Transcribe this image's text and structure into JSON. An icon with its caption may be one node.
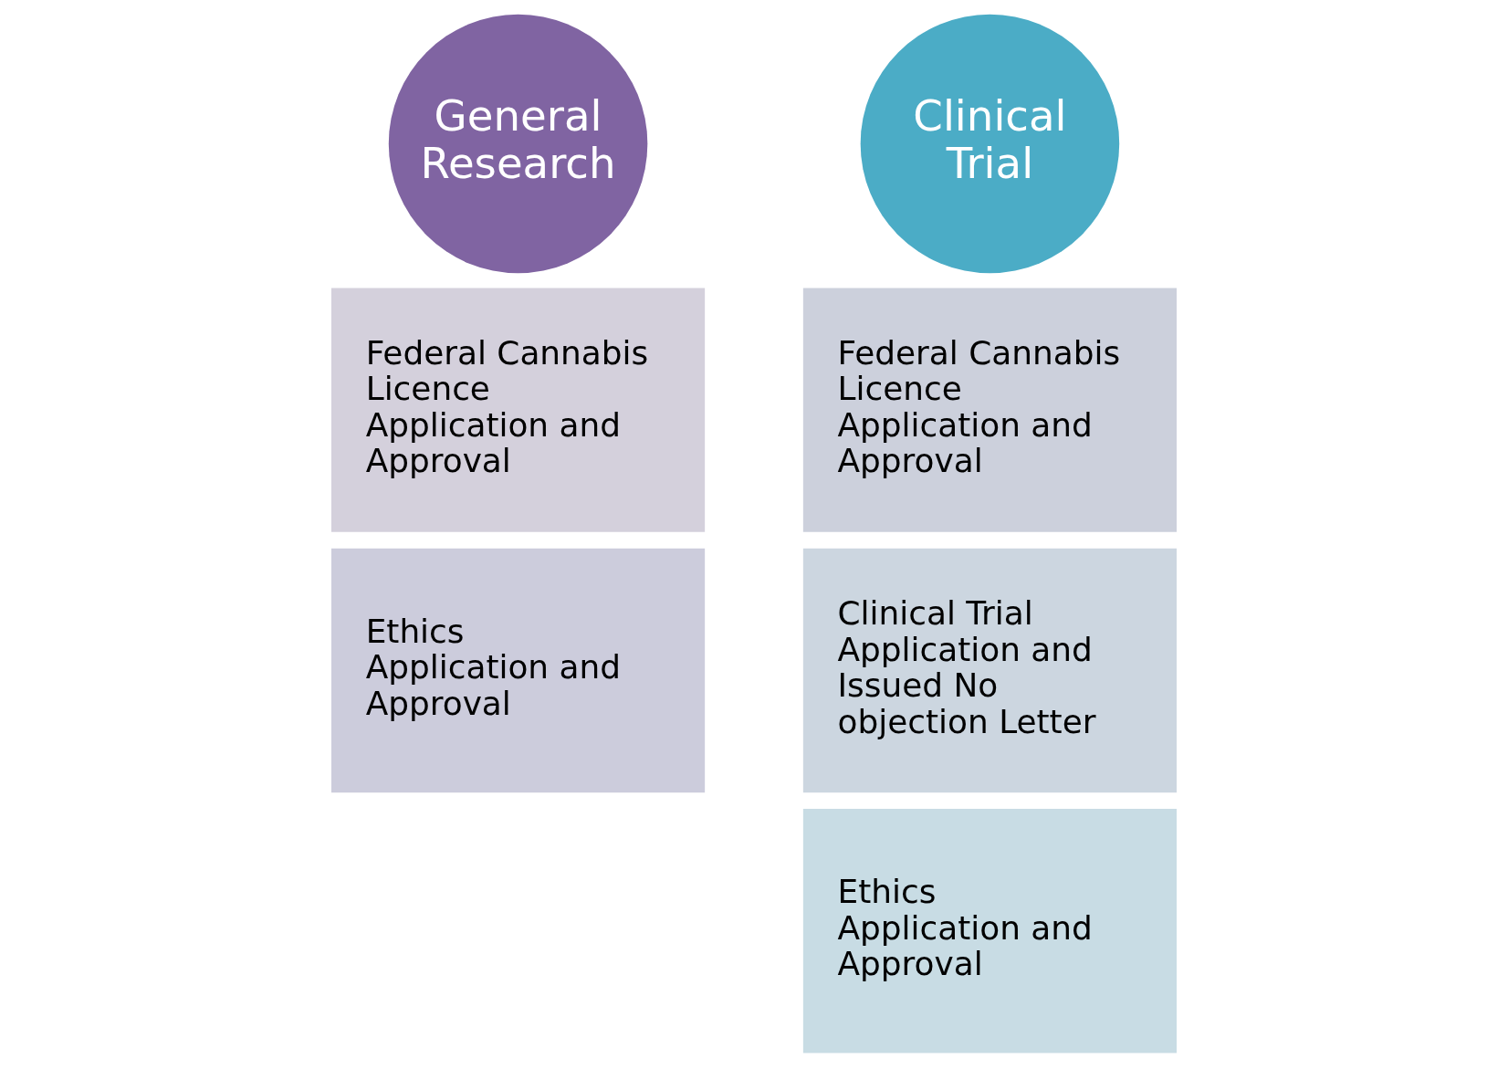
{
  "diagram": {
    "nodes": [
      {
        "text": [
          "General Research"
        ]
      },
      {
        "text": [
          "Federal Cannabis Licence Application and Approval"
        ]
      },
      {
        "text": [
          "Ethics Application and Approval"
        ]
      },
      {
        "text": [
          "Clinical Trial"
        ]
      },
      {
        "text": [
          "Federal Cannabis Licence Application and Approval"
        ]
      },
      {
        "text": [
          "Clinical Trial Application and Issued No objection Letter"
        ]
      },
      {
        "text": [
          "Ethics Application and Approval"
        ]
      }
    ]
  }
}
